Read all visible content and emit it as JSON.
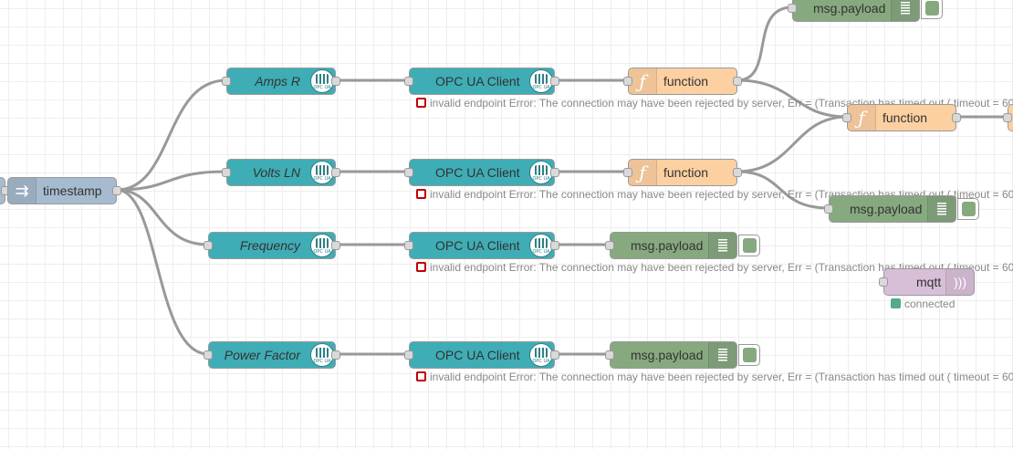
{
  "inject": {
    "label": "timestamp",
    "icon": "inject-arrow-icon"
  },
  "opc_reads": [
    {
      "label": "Amps R"
    },
    {
      "label": "Volts LN"
    },
    {
      "label": "Frequency"
    },
    {
      "label": "Power Factor"
    }
  ],
  "opc_client": {
    "label": "OPC UA Client",
    "badge_text": "OPC UA",
    "status": "invalid endpoint Error: The connection may have been rejected by server, Err = (Transaction has timed out ( timeout = 60"
  },
  "function": {
    "label": "function",
    "icon": "function-icon"
  },
  "debug": {
    "label": "msg.payload",
    "icon": "debug-lines-icon"
  },
  "mqtt": {
    "label": "mqtt",
    "icon": "mqtt-wave-icon",
    "status": "connected"
  },
  "colors": {
    "opcua": "#3fadb5",
    "inject": "#a6bbcf",
    "function": "#fdd0a2",
    "debug": "#87a980",
    "mqtt": "#d8bfd8",
    "error": "#c00000",
    "ok": "#55aa88"
  }
}
